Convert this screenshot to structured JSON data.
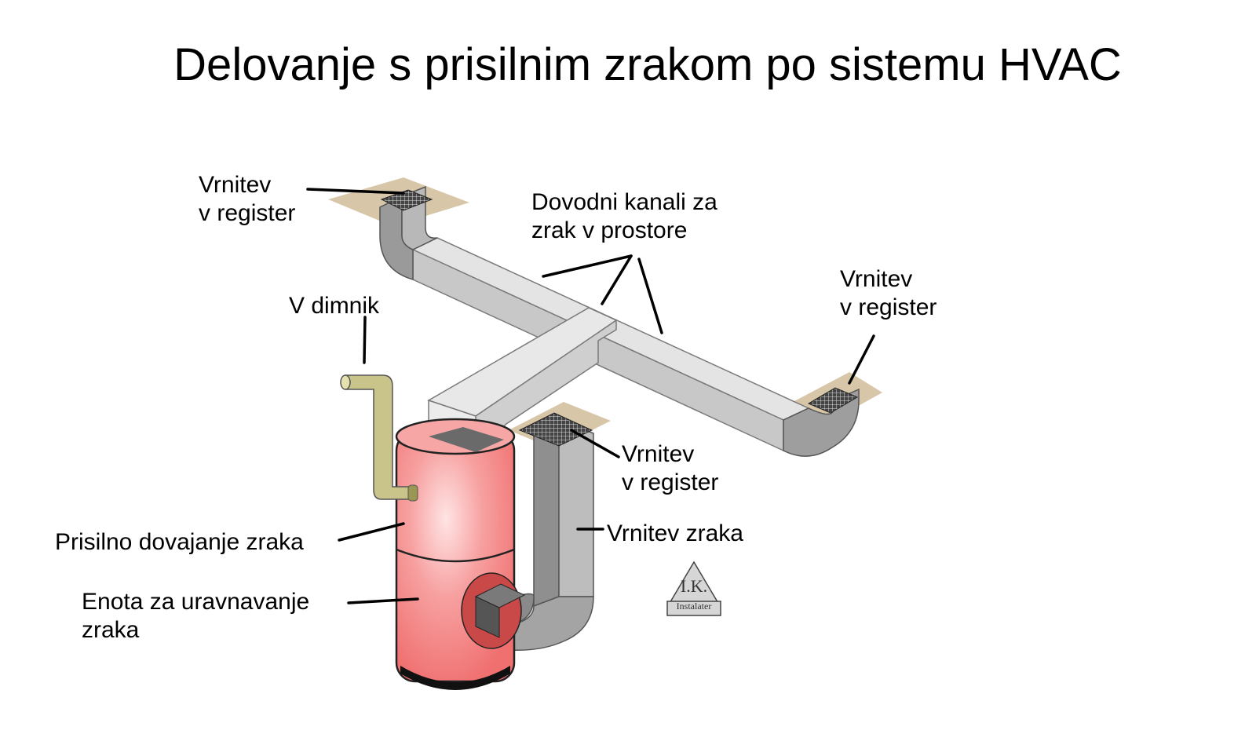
{
  "title": "Delovanje s prisilnim zrakom po sistemu HVAC",
  "labels": {
    "return_register_top_left": [
      "Vrnitev",
      "v register"
    ],
    "supply_ducts": [
      "Dovodni kanali za",
      "zrak v prostore"
    ],
    "chimney": "V dimnik",
    "return_register_right": [
      "Vrnitev",
      "v register"
    ],
    "return_register_middle": [
      "Vrnitev",
      "v register"
    ],
    "return_air": "Vrnitev zraka",
    "forced_air_supply": "Prisilno dovajanje zraka",
    "air_handler_unit": [
      "Enota za uravnavanje",
      "zraka"
    ]
  },
  "logo": {
    "initials": "I.K.",
    "name": "Instalater"
  },
  "colors": {
    "furnace": "#f47f80",
    "furnace_highlight": "#ffe0e0",
    "duct_light": "#e2e2e2",
    "duct_mid": "#c6c6c6",
    "duct_dark": "#8e8e8e",
    "flue_pipe": "#c9c58a",
    "floor_patch": "#c9b48b",
    "leader_line": "#000000"
  }
}
